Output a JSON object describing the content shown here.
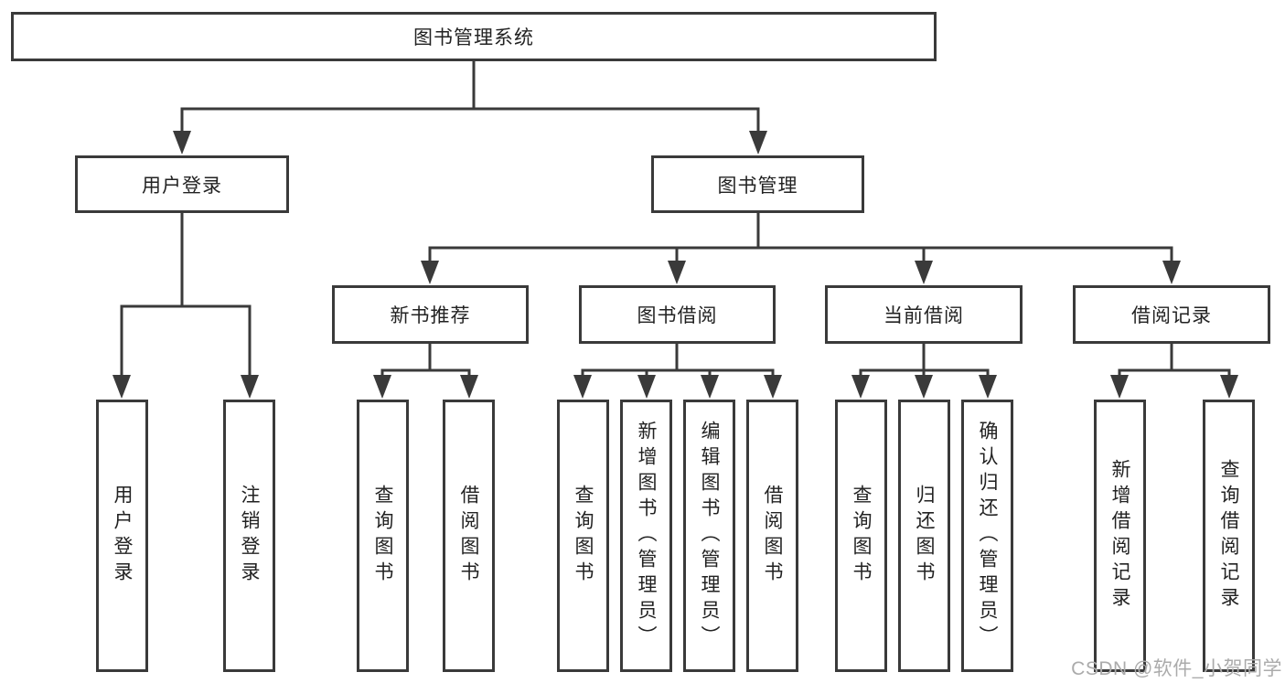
{
  "diagram": {
    "root": {
      "label": "图书管理系统"
    },
    "level2": [
      {
        "label": "用户登录"
      },
      {
        "label": "图书管理"
      }
    ],
    "login_leaves": [
      {
        "label": "用户登录"
      },
      {
        "label": "注销登录"
      }
    ],
    "modules": [
      {
        "label": "新书推荐",
        "leaves": [
          {
            "label": "查询图书"
          },
          {
            "label": "借阅图书"
          }
        ]
      },
      {
        "label": "图书借阅",
        "leaves": [
          {
            "label": "查询图书"
          },
          {
            "label": "新增图书（管理员）"
          },
          {
            "label": "编辑图书（管理员）"
          },
          {
            "label": "借阅图书"
          }
        ]
      },
      {
        "label": "当前借阅",
        "leaves": [
          {
            "label": "查询图书"
          },
          {
            "label": "归还图书"
          },
          {
            "label": "确认归还（管理员）"
          }
        ]
      },
      {
        "label": "借阅记录",
        "leaves": [
          {
            "label": "新增借阅记录"
          },
          {
            "label": "查询借阅记录"
          }
        ]
      }
    ]
  },
  "watermark": {
    "text": "CSDN @软件_小贺同学"
  },
  "colors": {
    "line": "#3a3a3a",
    "text": "#222222",
    "box_background": "#ffffff",
    "page_background": "#ffffff",
    "watermark": "#ababab"
  }
}
